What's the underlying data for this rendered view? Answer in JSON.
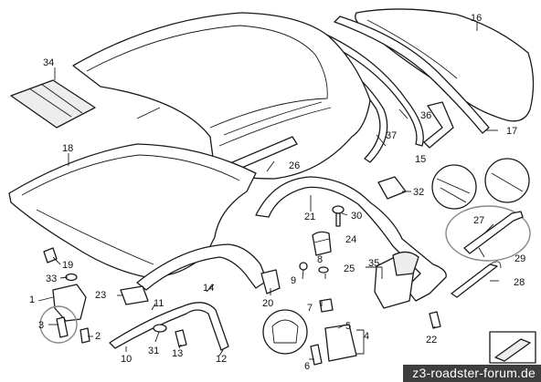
{
  "callouts": {
    "c1": "1",
    "c2": "2",
    "c3": "3",
    "c4": "4",
    "c5": "5",
    "c6": "6",
    "c7": "7",
    "c8": "8",
    "c9": "9",
    "c10": "10",
    "c11": "11",
    "c12": "12",
    "c13": "13",
    "c14": "14",
    "c15": "15",
    "c16": "16",
    "c17": "17",
    "c18": "18",
    "c19": "19",
    "c20": "20",
    "c21": "21",
    "c22": "22",
    "c23": "23",
    "c24": "24",
    "c25": "25",
    "c26": "26",
    "c27": "27",
    "c28": "28",
    "c29": "29",
    "c30": "30",
    "c31": "31",
    "c32": "32",
    "c33": "33",
    "c34": "34",
    "c35": "35",
    "c36": "36",
    "c37": "37"
  },
  "watermark": "z3-roadster-forum.de"
}
